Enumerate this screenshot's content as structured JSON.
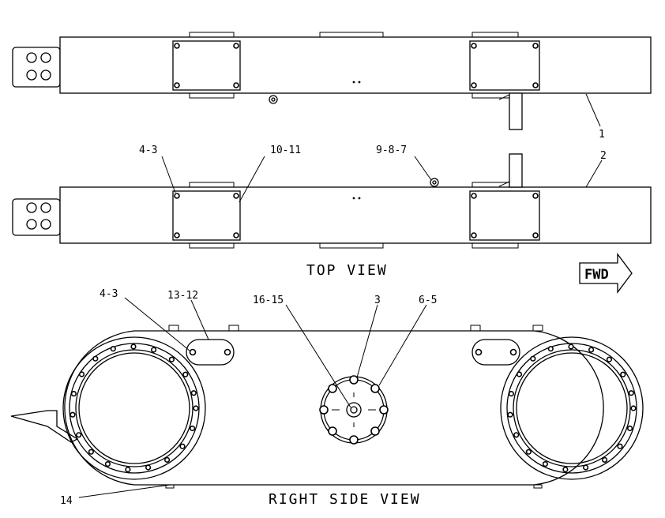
{
  "views": {
    "top_view_title": "TOP VIEW",
    "side_view_title": "RIGHT SIDE VIEW"
  },
  "direction_arrow": {
    "label": "FWD"
  },
  "callouts": {
    "c1": "1",
    "c2": "2",
    "c4_3_top": "4-3",
    "c10_11": "10-11",
    "c9_8_7": "9-8-7",
    "c4_3_side": "4-3",
    "c13_12": "13-12",
    "c16_15": "16-15",
    "c3": "3",
    "c6_5": "6-5",
    "c14": "14"
  }
}
